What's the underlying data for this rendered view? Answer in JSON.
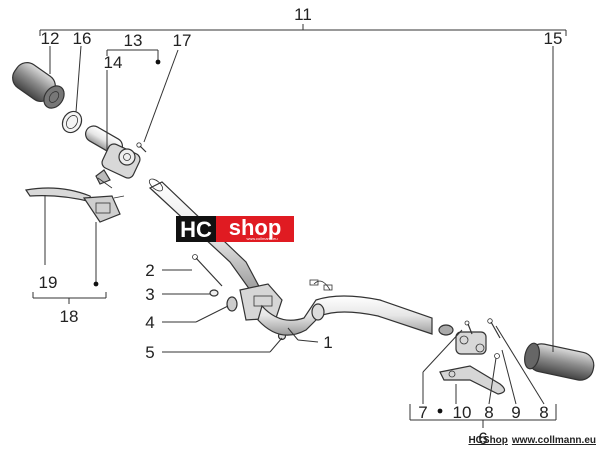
{
  "callouts": {
    "c1": "1",
    "c2": "2",
    "c3": "3",
    "c4": "4",
    "c5": "5",
    "c6": "6",
    "c7": "7",
    "c8a": "8",
    "c8b": "8",
    "c9": "9",
    "c10": "10",
    "c11": "11",
    "c12": "12",
    "c13": "13",
    "c14": "14",
    "c15": "15",
    "c16": "16",
    "c17": "17",
    "c18": "18",
    "c19": "19"
  },
  "logo": {
    "hc": "HC",
    "shop": "shop",
    "sub": "www.collmann.eu"
  },
  "footer": {
    "brand": "HCShop",
    "url": "www.collmann.eu"
  },
  "colors": {
    "logo_red": "#e01b22",
    "logo_black": "#111111",
    "part_fill": "#f2f2f2",
    "part_shade": "#cfcfcf",
    "grip_dark": "#555555"
  }
}
